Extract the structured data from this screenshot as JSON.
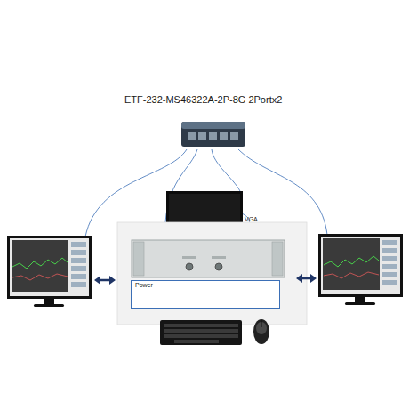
{
  "diagram": {
    "title": "ETF-232-MS46322A-2P-8G 2Portx2",
    "nodes": [
      {
        "text": [
          "Power"
        ]
      }
    ],
    "labels": [
      "VGA"
    ]
  }
}
